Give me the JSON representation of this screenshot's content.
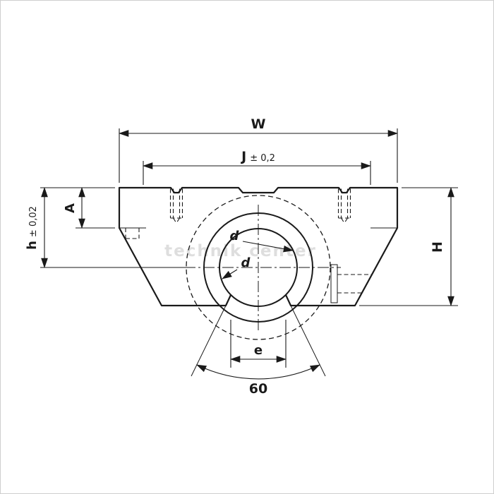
{
  "page": {
    "background": "#ffffff",
    "line_color": "#1a1a1a",
    "border_color": "#cfcfcf"
  },
  "watermark": {
    "text": "technik center"
  },
  "dimensions": {
    "width": {
      "label": "W"
    },
    "hole_spacing": {
      "label": "J",
      "tolerance": "± 0,2"
    },
    "flange_height": {
      "label": "A"
    },
    "center_height": {
      "label": "h",
      "tolerance": "± 0,02"
    },
    "total_height": {
      "label": "H"
    },
    "shaft_upper": {
      "label": "d"
    },
    "shaft_lower": {
      "label": "d"
    },
    "slot_width": {
      "label": "e"
    },
    "opening_angle": {
      "label": "60"
    }
  }
}
